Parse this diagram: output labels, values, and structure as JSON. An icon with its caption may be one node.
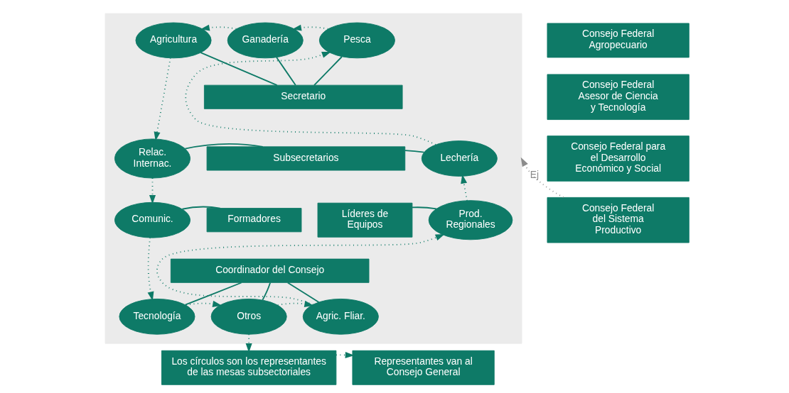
{
  "diagram": {
    "nodes": [
      {
        "text": [],
        "shape": "box"
      },
      {
        "text": [
          "Agricultura"
        ],
        "in": 0
      },
      {
        "text": [
          "Ganadería"
        ],
        "in": 0
      },
      {
        "text": [
          "Pesca"
        ],
        "in": 0
      },
      {
        "text": [
          "Secretario"
        ],
        "in": 0
      },
      {
        "text": [
          "Relac. Internac."
        ],
        "in": 0
      },
      {
        "text": [
          "Subsecretarios"
        ],
        "in": 0
      },
      {
        "text": [
          "Lechería"
        ],
        "in": 0
      },
      {
        "text": [
          "Formadores"
        ],
        "in": 0
      },
      {
        "text": [
          "Líderes de Equipos"
        ],
        "in": 0
      },
      {
        "text": [
          "Comunic."
        ],
        "in": 0
      },
      {
        "text": [
          "Prod. Regionales"
        ],
        "in": 0
      },
      {
        "text": [
          "Coordinador del Consejo"
        ],
        "in": 0
      },
      {
        "text": [
          "Tecnología"
        ],
        "in": 0
      },
      {
        "text": [
          "Otros"
        ],
        "in": 0
      },
      {
        "text": [
          "Agric. Fliar."
        ],
        "in": 0
      },
      {
        "text": [
          "Los círculos son los representantes de las mesas subsectoriales"
        ]
      },
      {
        "text": [
          "Representantes van al Consejo General"
        ]
      },
      {
        "text": [
          "Consejo Federal Agropecuario"
        ]
      },
      {
        "text": [
          "Consejo Federal Asesor de Ciencia y Tecnología"
        ]
      },
      {
        "text": [
          "Consejo Federal para el Desarrollo Económico y Social"
        ]
      },
      {
        "text": [
          "Consejo Federal del Sistema Productivo"
        ]
      }
    ],
    "edges": [
      {
        "from": 2,
        "to": 1,
        "arrow": "to",
        "style": "dashed"
      },
      {
        "from": 3,
        "to": 2,
        "arrow": "to",
        "style": "dashed"
      },
      {
        "from": 1,
        "to": 5,
        "arrow": "to",
        "style": "dashed"
      },
      {
        "from": 5,
        "to": 10,
        "arrow": "to",
        "style": "dashed"
      },
      {
        "from": 10,
        "to": 13,
        "arrow": "to",
        "style": "dashed"
      },
      {
        "from": 13,
        "to": 14,
        "arrow": "to",
        "style": "dashed"
      },
      {
        "from": 14,
        "to": 15,
        "arrow": "to",
        "style": "dashed"
      },
      {
        "from": 15,
        "to": 11,
        "arrow": "to",
        "style": "dashed"
      },
      {
        "from": 11,
        "to": 7,
        "arrow": "to",
        "style": "dashed"
      },
      {
        "from": 7,
        "to": 3,
        "arrow": "to",
        "style": "dashed"
      },
      {
        "from": 1,
        "to": 4,
        "arrow": "none"
      },
      {
        "from": 2,
        "to": 4,
        "arrow": "none"
      },
      {
        "from": 3,
        "to": 4,
        "arrow": "none"
      },
      {
        "from": 5,
        "to": 6,
        "arrow": "none"
      },
      {
        "from": 7,
        "to": 6,
        "arrow": "none"
      },
      {
        "from": 10,
        "to": 8,
        "arrow": "none"
      },
      {
        "from": 11,
        "to": 9,
        "arrow": "none"
      },
      {
        "from": 13,
        "to": 12,
        "arrow": "none"
      },
      {
        "from": 14,
        "to": 12,
        "arrow": "none"
      },
      {
        "from": 15,
        "to": 12,
        "arrow": "none"
      },
      {
        "from": 14,
        "to": 16,
        "arrow": "to",
        "style": "dashed"
      },
      {
        "from": 16,
        "to": 17,
        "arrow": "to",
        "style": "dashed"
      },
      {
        "from": 21,
        "to": 0,
        "arrow": "to",
        "style": "dashed",
        "color": "#8c8c8c",
        "label": "Ej"
      }
    ]
  }
}
